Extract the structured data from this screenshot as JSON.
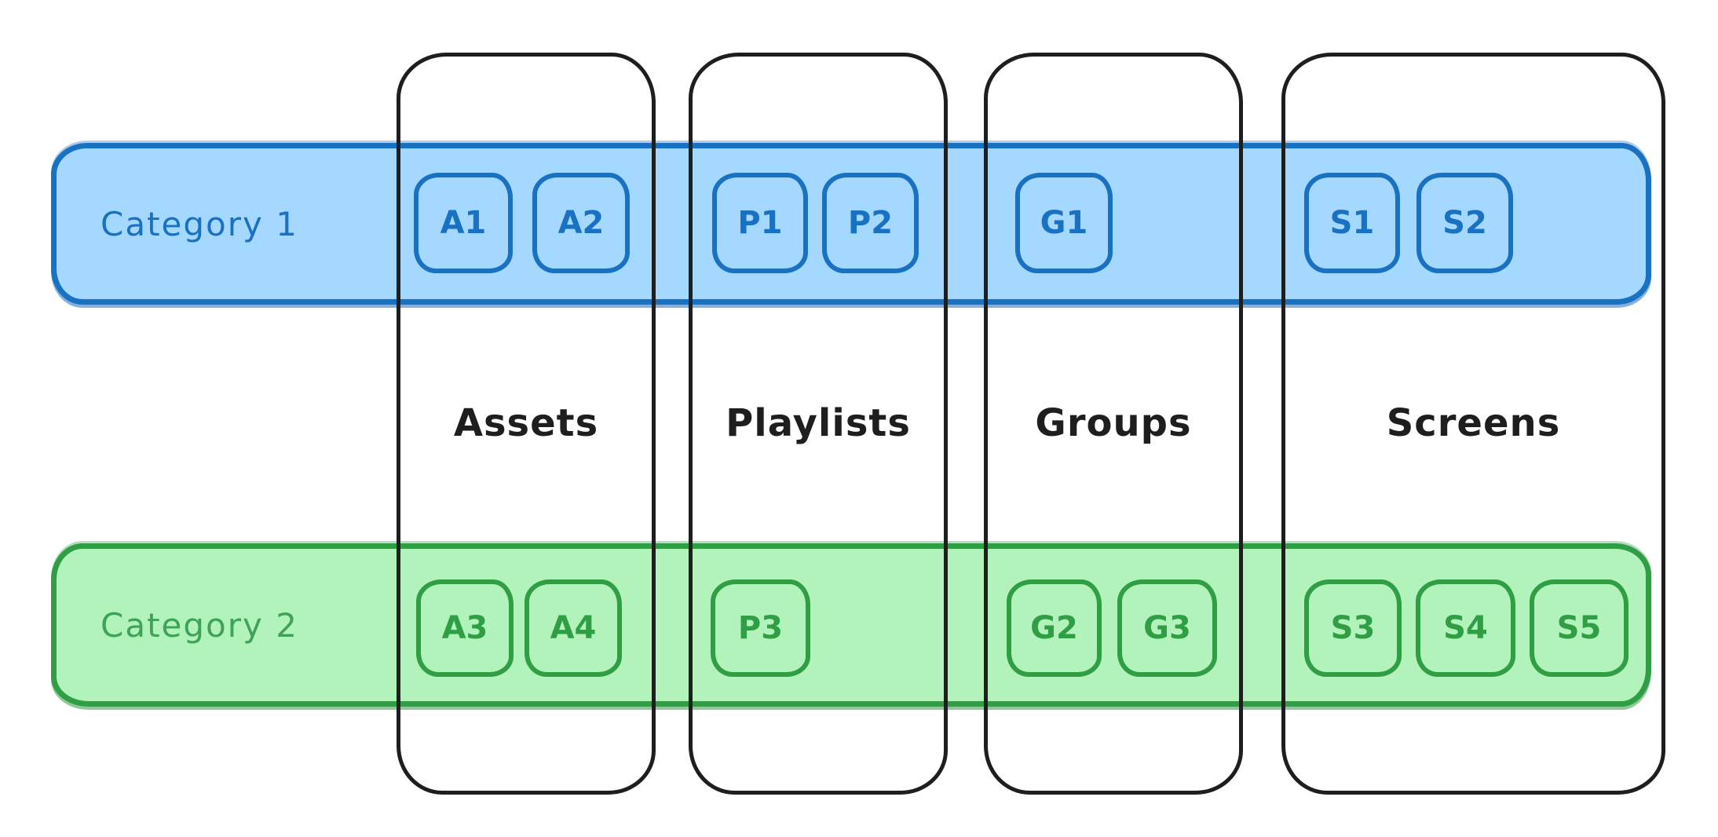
{
  "diagram": {
    "style": "hand-drawn-whiteboard",
    "rows": [
      {
        "id": "category-1",
        "label": "Category 1",
        "stroke": "#1971c2",
        "fill": "#a5d8ff"
      },
      {
        "id": "category-2",
        "label": "Category 2",
        "stroke": "#2f9e44",
        "fill": "#b2f2bb"
      }
    ],
    "columns": [
      {
        "id": "assets",
        "label": "Assets"
      },
      {
        "id": "playlists",
        "label": "Playlists"
      },
      {
        "id": "groups",
        "label": "Groups"
      },
      {
        "id": "screens",
        "label": "Screens"
      }
    ],
    "chips": [
      {
        "label": "A1",
        "row": "category-1",
        "column": "assets"
      },
      {
        "label": "A2",
        "row": "category-1",
        "column": "assets"
      },
      {
        "label": "P1",
        "row": "category-1",
        "column": "playlists"
      },
      {
        "label": "P2",
        "row": "category-1",
        "column": "playlists"
      },
      {
        "label": "G1",
        "row": "category-1",
        "column": "groups"
      },
      {
        "label": "S1",
        "row": "category-1",
        "column": "screens"
      },
      {
        "label": "S2",
        "row": "category-1",
        "column": "screens"
      },
      {
        "label": "A3",
        "row": "category-2",
        "column": "assets"
      },
      {
        "label": "A4",
        "row": "category-2",
        "column": "assets"
      },
      {
        "label": "P3",
        "row": "category-2",
        "column": "playlists"
      },
      {
        "label": "G2",
        "row": "category-2",
        "column": "groups"
      },
      {
        "label": "G3",
        "row": "category-2",
        "column": "groups"
      },
      {
        "label": "S3",
        "row": "category-2",
        "column": "screens"
      },
      {
        "label": "S4",
        "row": "category-2",
        "column": "screens"
      },
      {
        "label": "S5",
        "row": "category-2",
        "column": "screens"
      }
    ],
    "colors": {
      "column_outline": "#1e1e1e",
      "background": "#ffffff",
      "blue_stroke": "#1971c2",
      "blue_fill": "#a5d8ff",
      "green_stroke": "#2f9e44",
      "green_fill": "#b2f2bb"
    }
  }
}
